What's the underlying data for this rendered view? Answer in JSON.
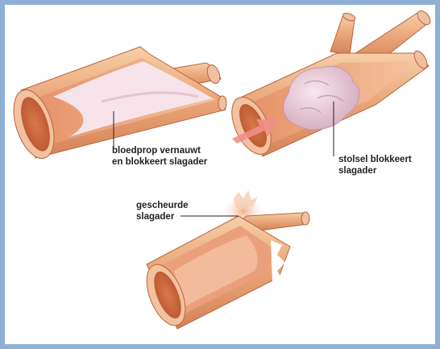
{
  "labels": {
    "bloedprop": [
      "bloedprop vernauwt",
      "en blokkeert slagader"
    ],
    "stolsel": [
      "stolsel blokkeert",
      "slagader"
    ],
    "gescheurde": [
      "gescheurde",
      "slagader"
    ]
  },
  "colors": {
    "background_border": "#8fb0d4",
    "artery_wall": "#e9a476",
    "artery_inner": "#f0b18a",
    "lumen_dark": "#c8633a",
    "plaque": "#f3e0e6",
    "clot": "#e4c3d0",
    "arrow": "#ee8a82",
    "text": "#231f20"
  }
}
